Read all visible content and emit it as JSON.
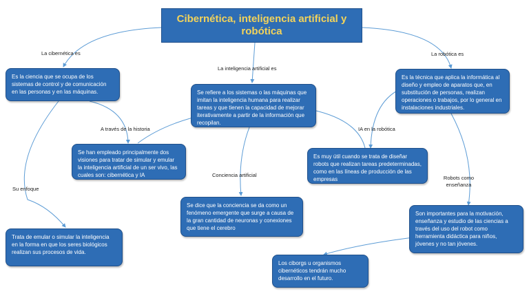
{
  "title": "Cibernética, inteligencia artificial y robótica",
  "colors": {
    "box_fill": "#2e6db5",
    "title_text": "#f3d35a",
    "line": "#5b9bd5"
  },
  "labels": {
    "cibernetica": "La cibernética es",
    "inteligencia": "La inteligencia artificial es",
    "robotica": "La robótica es",
    "historia": "A través de la historia",
    "enfoque": "Su enfoque",
    "conciencia": "Conciencia artificial",
    "ia_robotica": "IA en la robótica",
    "robots_ensenanza": "Robots como enseñanza"
  },
  "boxes": {
    "cibernetica_def": "Es la ciencia que se ocupa de los sistemas de control y de comunicación en las personas y en las máquinas.",
    "ia_def": "Se refiere a los sistemas o las máquinas que imitan la inteligencia humana para realizar tareas y que tienen la capacidad de mejorar iterativamente a partir de la información que recopilan.",
    "robotica_def": "Es la técnica que aplica la informática al diseño y empleo de aparatos que, en substitución de personas, realizan operaciones o trabajos, por lo general en instalaciones industriales.",
    "historia": "Se han empleado principalmente dos visiones para tratar de simular y emular la inteligencia artificial de un ser vivo, las cuales son: cibernética y IA",
    "enfoque": "Trata de emular o simular la inteligencia en la forma en que los seres biológicos realizan sus procesos de vida.",
    "conciencia": "Se dice que la conciencia se da como un fenómeno emergente que surge a causa de la gran cantidad de neuronas y conexiones que tiene el cerebro",
    "ia_robotica": "Es muy útil cuando se trata de diseñar robots que realizan tareas predeterminadas, como en las líneas de producción de las empresas",
    "robots_ensenanza": "Son importantes para la motivación, enseñanza y estudio de las ciencias a través del uso del robot como herramienta didáctica para niños, jóvenes y no tan jóvenes.",
    "ciborgs": "Los ciborgs u organismos cibernéticos tendrán mucho desarrollo en el futuro."
  }
}
